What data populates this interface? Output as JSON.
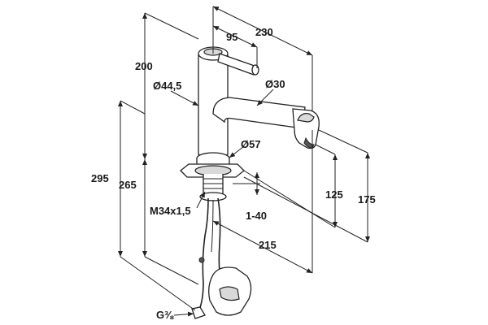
{
  "labels": {
    "d230": "230",
    "d95": "95",
    "d200": "200",
    "d44_5": "Ø44,5",
    "d30": "Ø30",
    "d57": "Ø57",
    "d295": "295",
    "d265": "265",
    "d125": "125",
    "d175": "175",
    "m34": "M34x1,5",
    "d1_40": "1-40",
    "d215": "215",
    "g38": "G⅜"
  }
}
